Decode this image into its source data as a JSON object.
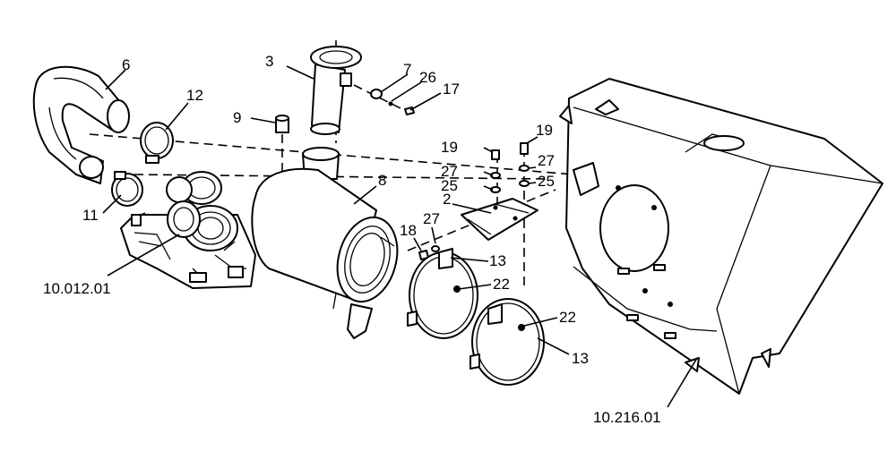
{
  "labels": {
    "l6": "6",
    "l3": "3",
    "l7": "7",
    "l26": "26",
    "l17": "17",
    "l12": "12",
    "l9": "9",
    "l19a": "19",
    "l19b": "19",
    "l27a": "27",
    "l27b": "27",
    "l27c": "27",
    "l25a": "25",
    "l25b": "25",
    "l2": "2",
    "l8": "8",
    "l11": "11",
    "l18": "18",
    "l13a": "13",
    "l13b": "13",
    "l22a": "22",
    "l22b": "22",
    "ref_engine": "10.012.01",
    "ref_hood": "10.216.01"
  }
}
